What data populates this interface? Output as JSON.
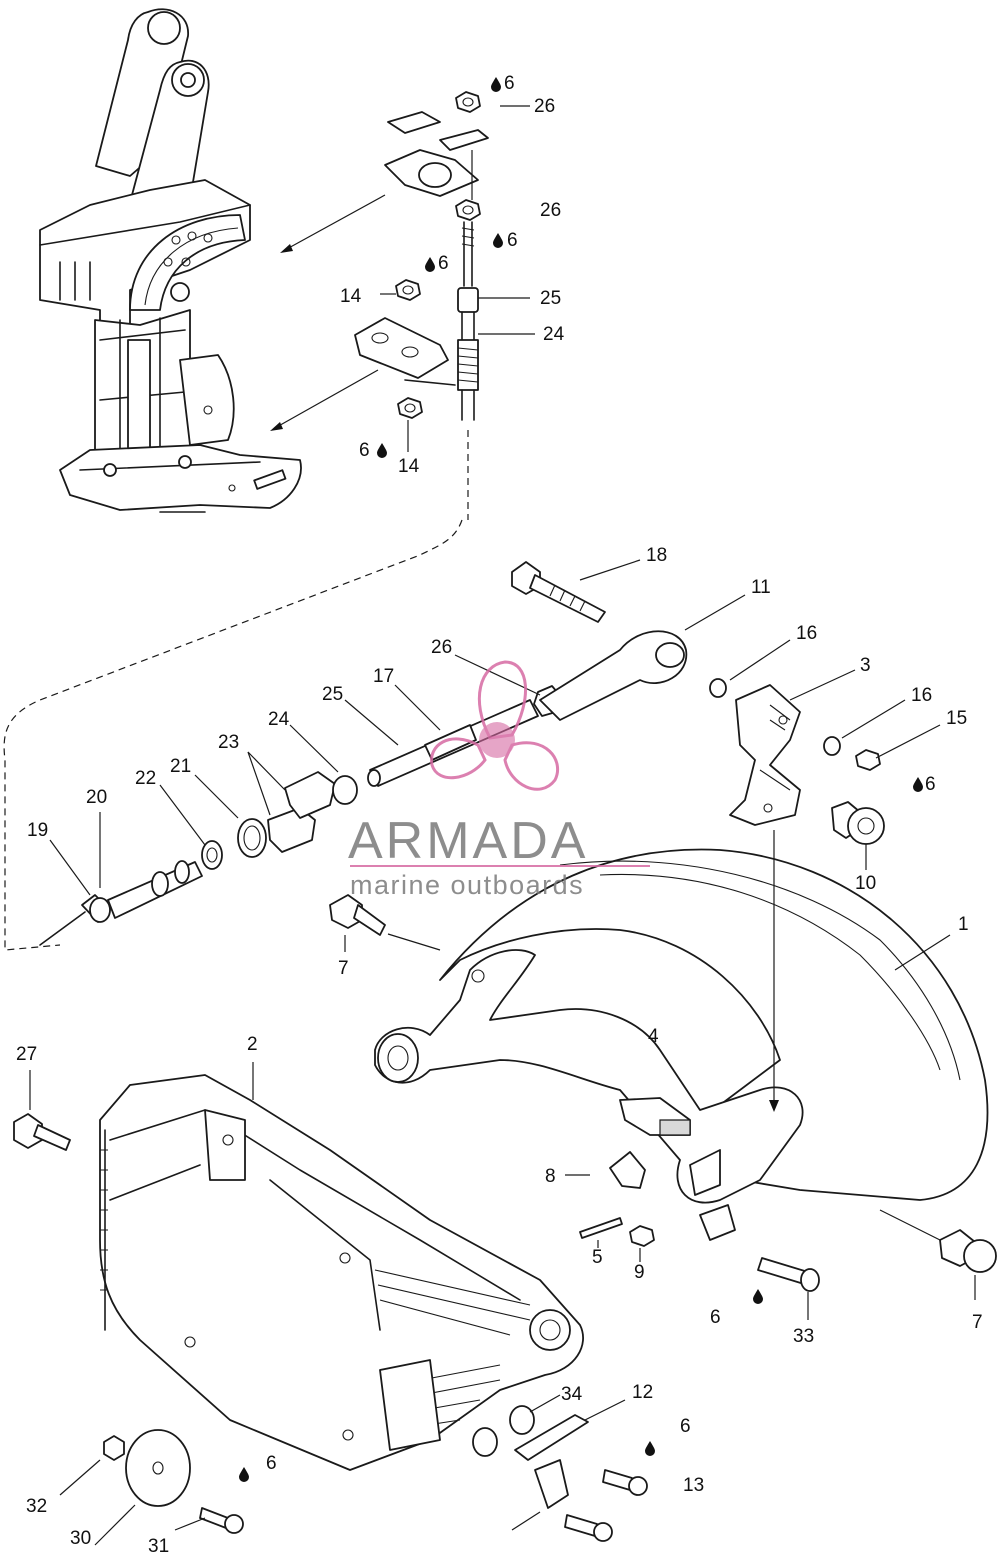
{
  "callouts": {
    "c1": "1",
    "c2": "2",
    "c3": "3",
    "c4": "4",
    "c5": "5",
    "c6a": "6",
    "c6b": "6",
    "c6c": "6",
    "c6d": "6",
    "c6e": "6",
    "c6f": "6",
    "c6g": "6",
    "c6h": "6",
    "c7a": "7",
    "c7b": "7",
    "c8": "8",
    "c9": "9",
    "c10": "10",
    "c11": "11",
    "c12": "12",
    "c13": "13",
    "c14a": "14",
    "c14b": "14",
    "c15": "15",
    "c16a": "16",
    "c16b": "16",
    "c17": "17",
    "c18": "18",
    "c19": "19",
    "c20": "20",
    "c21": "21",
    "c22": "22",
    "c23": "23",
    "c24a": "24",
    "c24b": "24",
    "c25a": "25",
    "c25b": "25",
    "c26a": "26",
    "c26b": "26",
    "c26c": "26",
    "c27": "27",
    "c30": "30",
    "c31": "31",
    "c32": "32",
    "c33": "33",
    "c34": "34"
  },
  "watermark": {
    "title": "ARMADA",
    "subtitle": "marine outboards",
    "color": "#d66aa3"
  },
  "colors": {
    "line": "#1a1a1a",
    "background": "#ffffff"
  },
  "icons": {
    "lubricant": "oil-drop-icon"
  }
}
